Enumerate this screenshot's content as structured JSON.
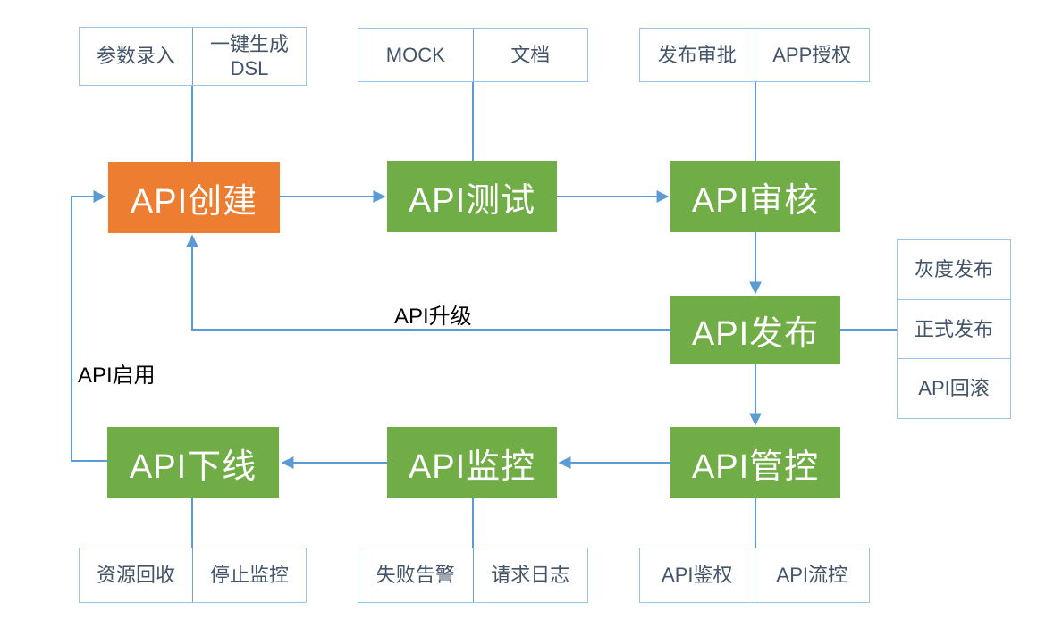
{
  "diagram": {
    "stages": {
      "create": "API创建",
      "test": "API测试",
      "review": "API审核",
      "publish": "API发布",
      "manage": "API管控",
      "monitor": "API监控",
      "offline": "API下线"
    },
    "features": {
      "create": [
        "参数录入",
        "一键生成DSL"
      ],
      "test": [
        "MOCK",
        "文档"
      ],
      "review": [
        "发布审批",
        "APP授权"
      ],
      "publish": [
        "灰度发布",
        "正式发布",
        "API回滚"
      ],
      "manage": [
        "API鉴权",
        "API流控"
      ],
      "monitor": [
        "失败告警",
        "请求日志"
      ],
      "offline": [
        "资源回收",
        "停止监控"
      ]
    },
    "edge_labels": {
      "upgrade": "API升级",
      "enable": "API启用"
    },
    "colors": {
      "stage_highlight": "#ED7D31",
      "stage_normal": "#70AD47",
      "connector": "#5B9BD5",
      "feature_border": "#9DC3E6",
      "feature_text": "#44546A",
      "stage_text": "#FFFFFF",
      "edge_label_text": "#000000"
    }
  }
}
